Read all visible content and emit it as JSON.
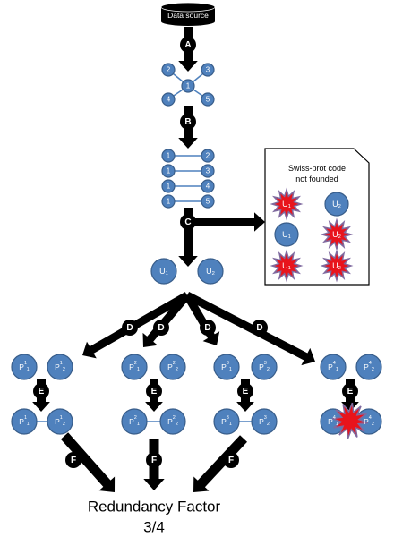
{
  "source": {
    "label": "Data source"
  },
  "steps": [
    "A",
    "B",
    "C",
    "D",
    "D",
    "D",
    "D",
    "E",
    "E",
    "E",
    "E",
    "F",
    "F",
    "F"
  ],
  "graph_initial": {
    "center": "1",
    "nodes": [
      "2",
      "3",
      "4",
      "5"
    ]
  },
  "pairs": [
    {
      "left": "1",
      "right": "2"
    },
    {
      "left": "1",
      "right": "3"
    },
    {
      "left": "1",
      "right": "4"
    },
    {
      "left": "1",
      "right": "5"
    }
  ],
  "uniprot": {
    "left": "U",
    "left_sub": "1",
    "right": "U",
    "right_sub": "2"
  },
  "swissprot_box": {
    "title_line1": "Swiss-prot code",
    "title_line2": "not founded",
    "items": [
      {
        "label": "U",
        "sub": "1",
        "type": "star"
      },
      {
        "label": "U",
        "sub": "2",
        "type": "circle"
      },
      {
        "label": "U",
        "sub": "1",
        "type": "circle"
      },
      {
        "label": "U",
        "sub": "2",
        "type": "star"
      },
      {
        "label": "U",
        "sub": "1",
        "type": "star"
      },
      {
        "label": "U",
        "sub": "2",
        "type": "star"
      }
    ]
  },
  "protein_pairs": [
    {
      "left": "P",
      "left_sup": "1",
      "left_sub": "1",
      "right": "P",
      "right_sup": "1",
      "right_sub": "2"
    },
    {
      "left": "P",
      "left_sup": "2",
      "left_sub": "1",
      "right": "P",
      "right_sup": "2",
      "right_sub": "2"
    },
    {
      "left": "P",
      "left_sup": "3",
      "left_sub": "1",
      "right": "P",
      "right_sup": "3",
      "right_sub": "2"
    },
    {
      "left": "P",
      "left_sup": "4",
      "left_sub": "1",
      "right": "P",
      "right_sup": "4",
      "right_sub": "2"
    }
  ],
  "result": {
    "line1": "Redundancy Factor",
    "line2": "3/4"
  },
  "colors": {
    "node_fill": "#4f81bd",
    "node_stroke": "#385d8a",
    "arrow": "#000000",
    "star": "#e8141c",
    "star_stroke": "#7f6a9f"
  }
}
